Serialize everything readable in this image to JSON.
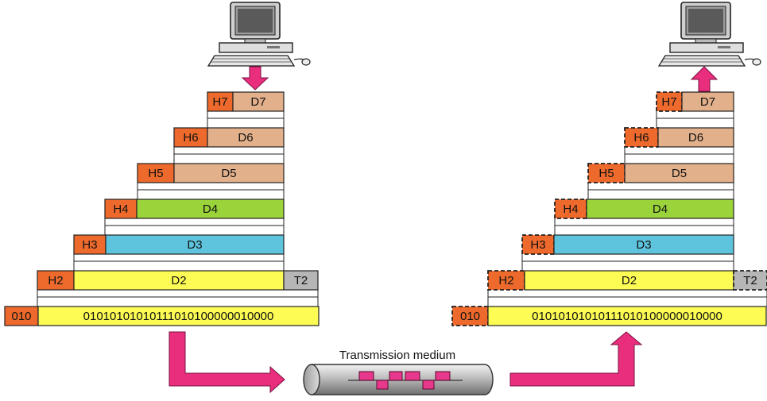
{
  "left_stack": {
    "layers": [
      {
        "header": "H7",
        "data": "D7"
      },
      {
        "header": "H6",
        "data": "D6"
      },
      {
        "header": "H5",
        "data": "D5"
      },
      {
        "header": "H4",
        "data": "D4"
      },
      {
        "header": "H3",
        "data": "D3"
      },
      {
        "header": "H2",
        "data": "D2",
        "trailer": "T2"
      }
    ],
    "bits_header": "010",
    "bits": "01010101010111010100000010000"
  },
  "right_stack": {
    "layers": [
      {
        "header": "H7",
        "data": "D7"
      },
      {
        "header": "H6",
        "data": "D6"
      },
      {
        "header": "H5",
        "data": "D5"
      },
      {
        "header": "H4",
        "data": "D4"
      },
      {
        "header": "H3",
        "data": "D3"
      },
      {
        "header": "H2",
        "data": "D2",
        "trailer": "T2"
      }
    ],
    "bits_header": "010",
    "bits": "01010101010111010100000010000"
  },
  "medium_label": "Transmission medium",
  "colors": {
    "header": "#ee6a2c",
    "upper_data": "#e3b08c",
    "d4": "#9ad43a",
    "d3": "#5ec4dd",
    "d2": "#fdfc54",
    "trailer": "#b6b6b6",
    "arrow": "#ea2e7e",
    "signal": "#e7388c",
    "pipe": "#bdbdbd"
  },
  "icons": {
    "sender": "computer-icon",
    "receiver": "computer-icon"
  }
}
